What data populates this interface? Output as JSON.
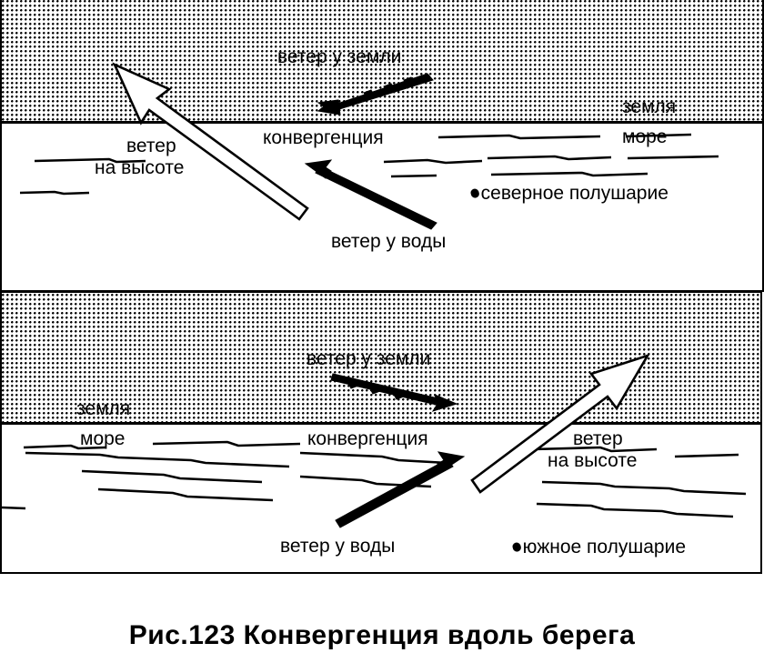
{
  "figure": {
    "caption": "Рис.123 Конвергенция вдоль берега",
    "colors": {
      "ink": "#000000",
      "paper": "#ffffff",
      "land_fill": "stipple-dots"
    }
  },
  "panels": [
    {
      "id": "northern",
      "hemisphere_label": "●северное полушарие",
      "land_label": "земля",
      "sea_label": "море",
      "convergence_label": "конвергенция",
      "labels": {
        "surface_wind": "ветер у земли",
        "upper_wind_line1": "ветер",
        "upper_wind_line2": "на высоте",
        "water_wind": "ветер у воды"
      },
      "arrows": [
        {
          "name": "ветер у земли",
          "style": "solid-black",
          "direction": "down-left"
        },
        {
          "name": "ветер у воды",
          "style": "solid-black",
          "direction": "up-left"
        },
        {
          "name": "ветер на высоте",
          "style": "hollow-white",
          "direction": "up-left"
        }
      ]
    },
    {
      "id": "southern",
      "hemisphere_label": "●южное полушарие",
      "land_label": "земля",
      "sea_label": "море",
      "convergence_label": "конвергенция",
      "labels": {
        "surface_wind": "ветер у земли",
        "upper_wind_line1": "ветер",
        "upper_wind_line2": "на высоте",
        "water_wind": "ветер у воды"
      },
      "arrows": [
        {
          "name": "ветер у земли",
          "style": "solid-black",
          "direction": "down-right"
        },
        {
          "name": "ветер у воды",
          "style": "solid-black",
          "direction": "up-right"
        },
        {
          "name": "ветер на высоте",
          "style": "hollow-white",
          "direction": "up-right"
        }
      ]
    }
  ]
}
